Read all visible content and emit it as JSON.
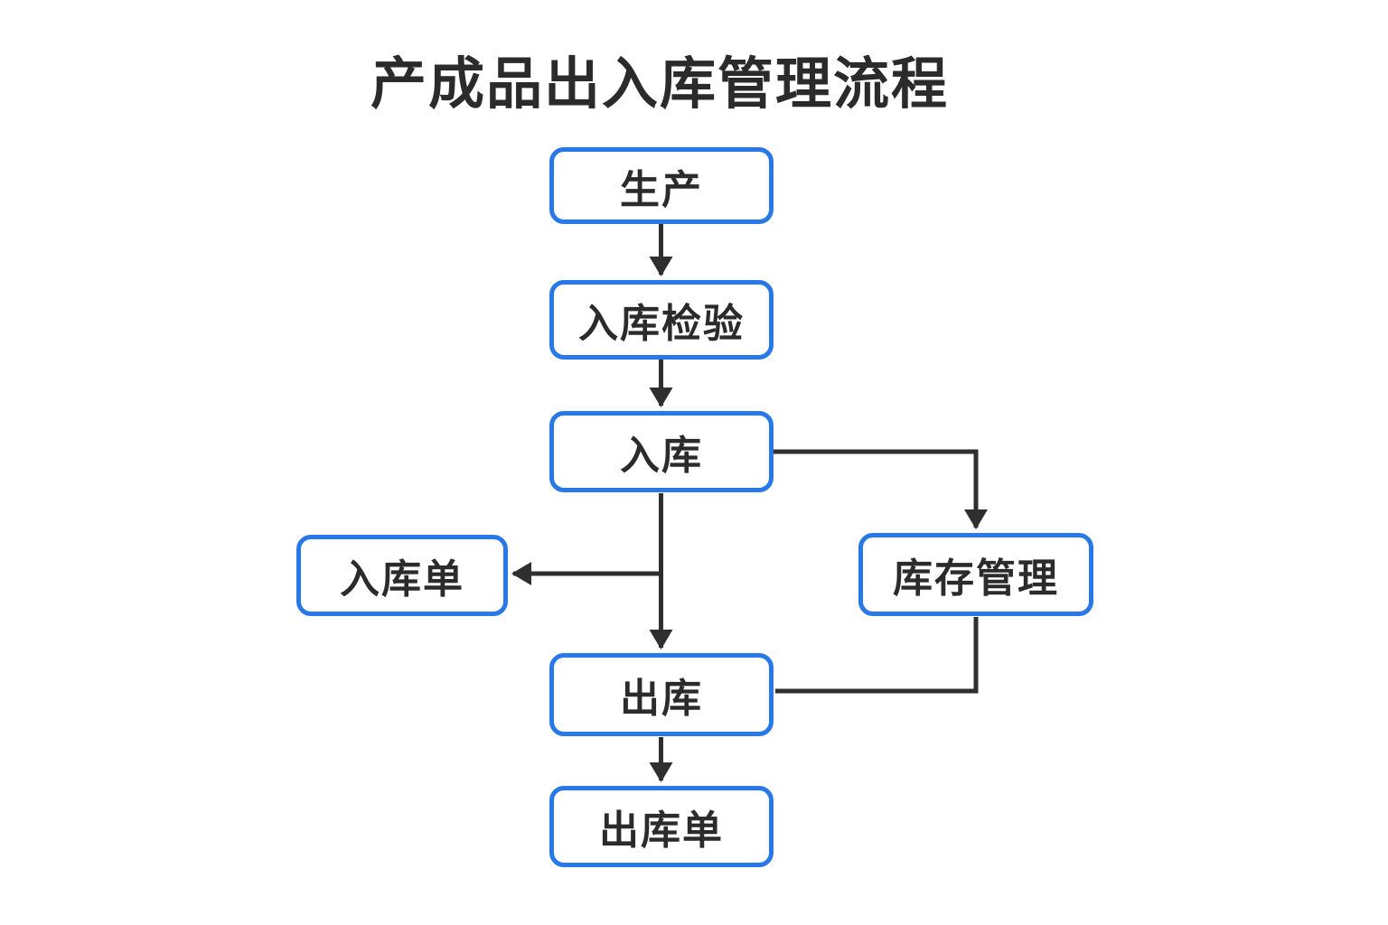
{
  "title": "产成品出入库管理流程",
  "colors": {
    "background": "#ffffff",
    "node_border": "#2878e8",
    "node_fill": "#ffffff",
    "connector": "#2f2f2f",
    "text": "#2b2b2b"
  },
  "diagram": {
    "type": "flowchart",
    "nodes": [
      {
        "id": "production",
        "label": "生产"
      },
      {
        "id": "inbound-inspection",
        "label": "入库检验"
      },
      {
        "id": "inbound",
        "label": "入库"
      },
      {
        "id": "inbound-order",
        "label": "入库单"
      },
      {
        "id": "inventory-management",
        "label": "库存管理"
      },
      {
        "id": "outbound",
        "label": "出库"
      },
      {
        "id": "outbound-order",
        "label": "出库单"
      }
    ],
    "edges": [
      {
        "from": "production",
        "to": "inbound-inspection",
        "arrow": true
      },
      {
        "from": "inbound-inspection",
        "to": "inbound",
        "arrow": true
      },
      {
        "from": "inbound",
        "to": "inventory-management",
        "arrow": true
      },
      {
        "from": "inbound",
        "to": "inbound-order",
        "arrow": true
      },
      {
        "from": "inbound",
        "to": "outbound",
        "arrow": true
      },
      {
        "from": "inventory-management",
        "to": "outbound",
        "arrow": false
      },
      {
        "from": "outbound",
        "to": "outbound-order",
        "arrow": true
      }
    ]
  }
}
